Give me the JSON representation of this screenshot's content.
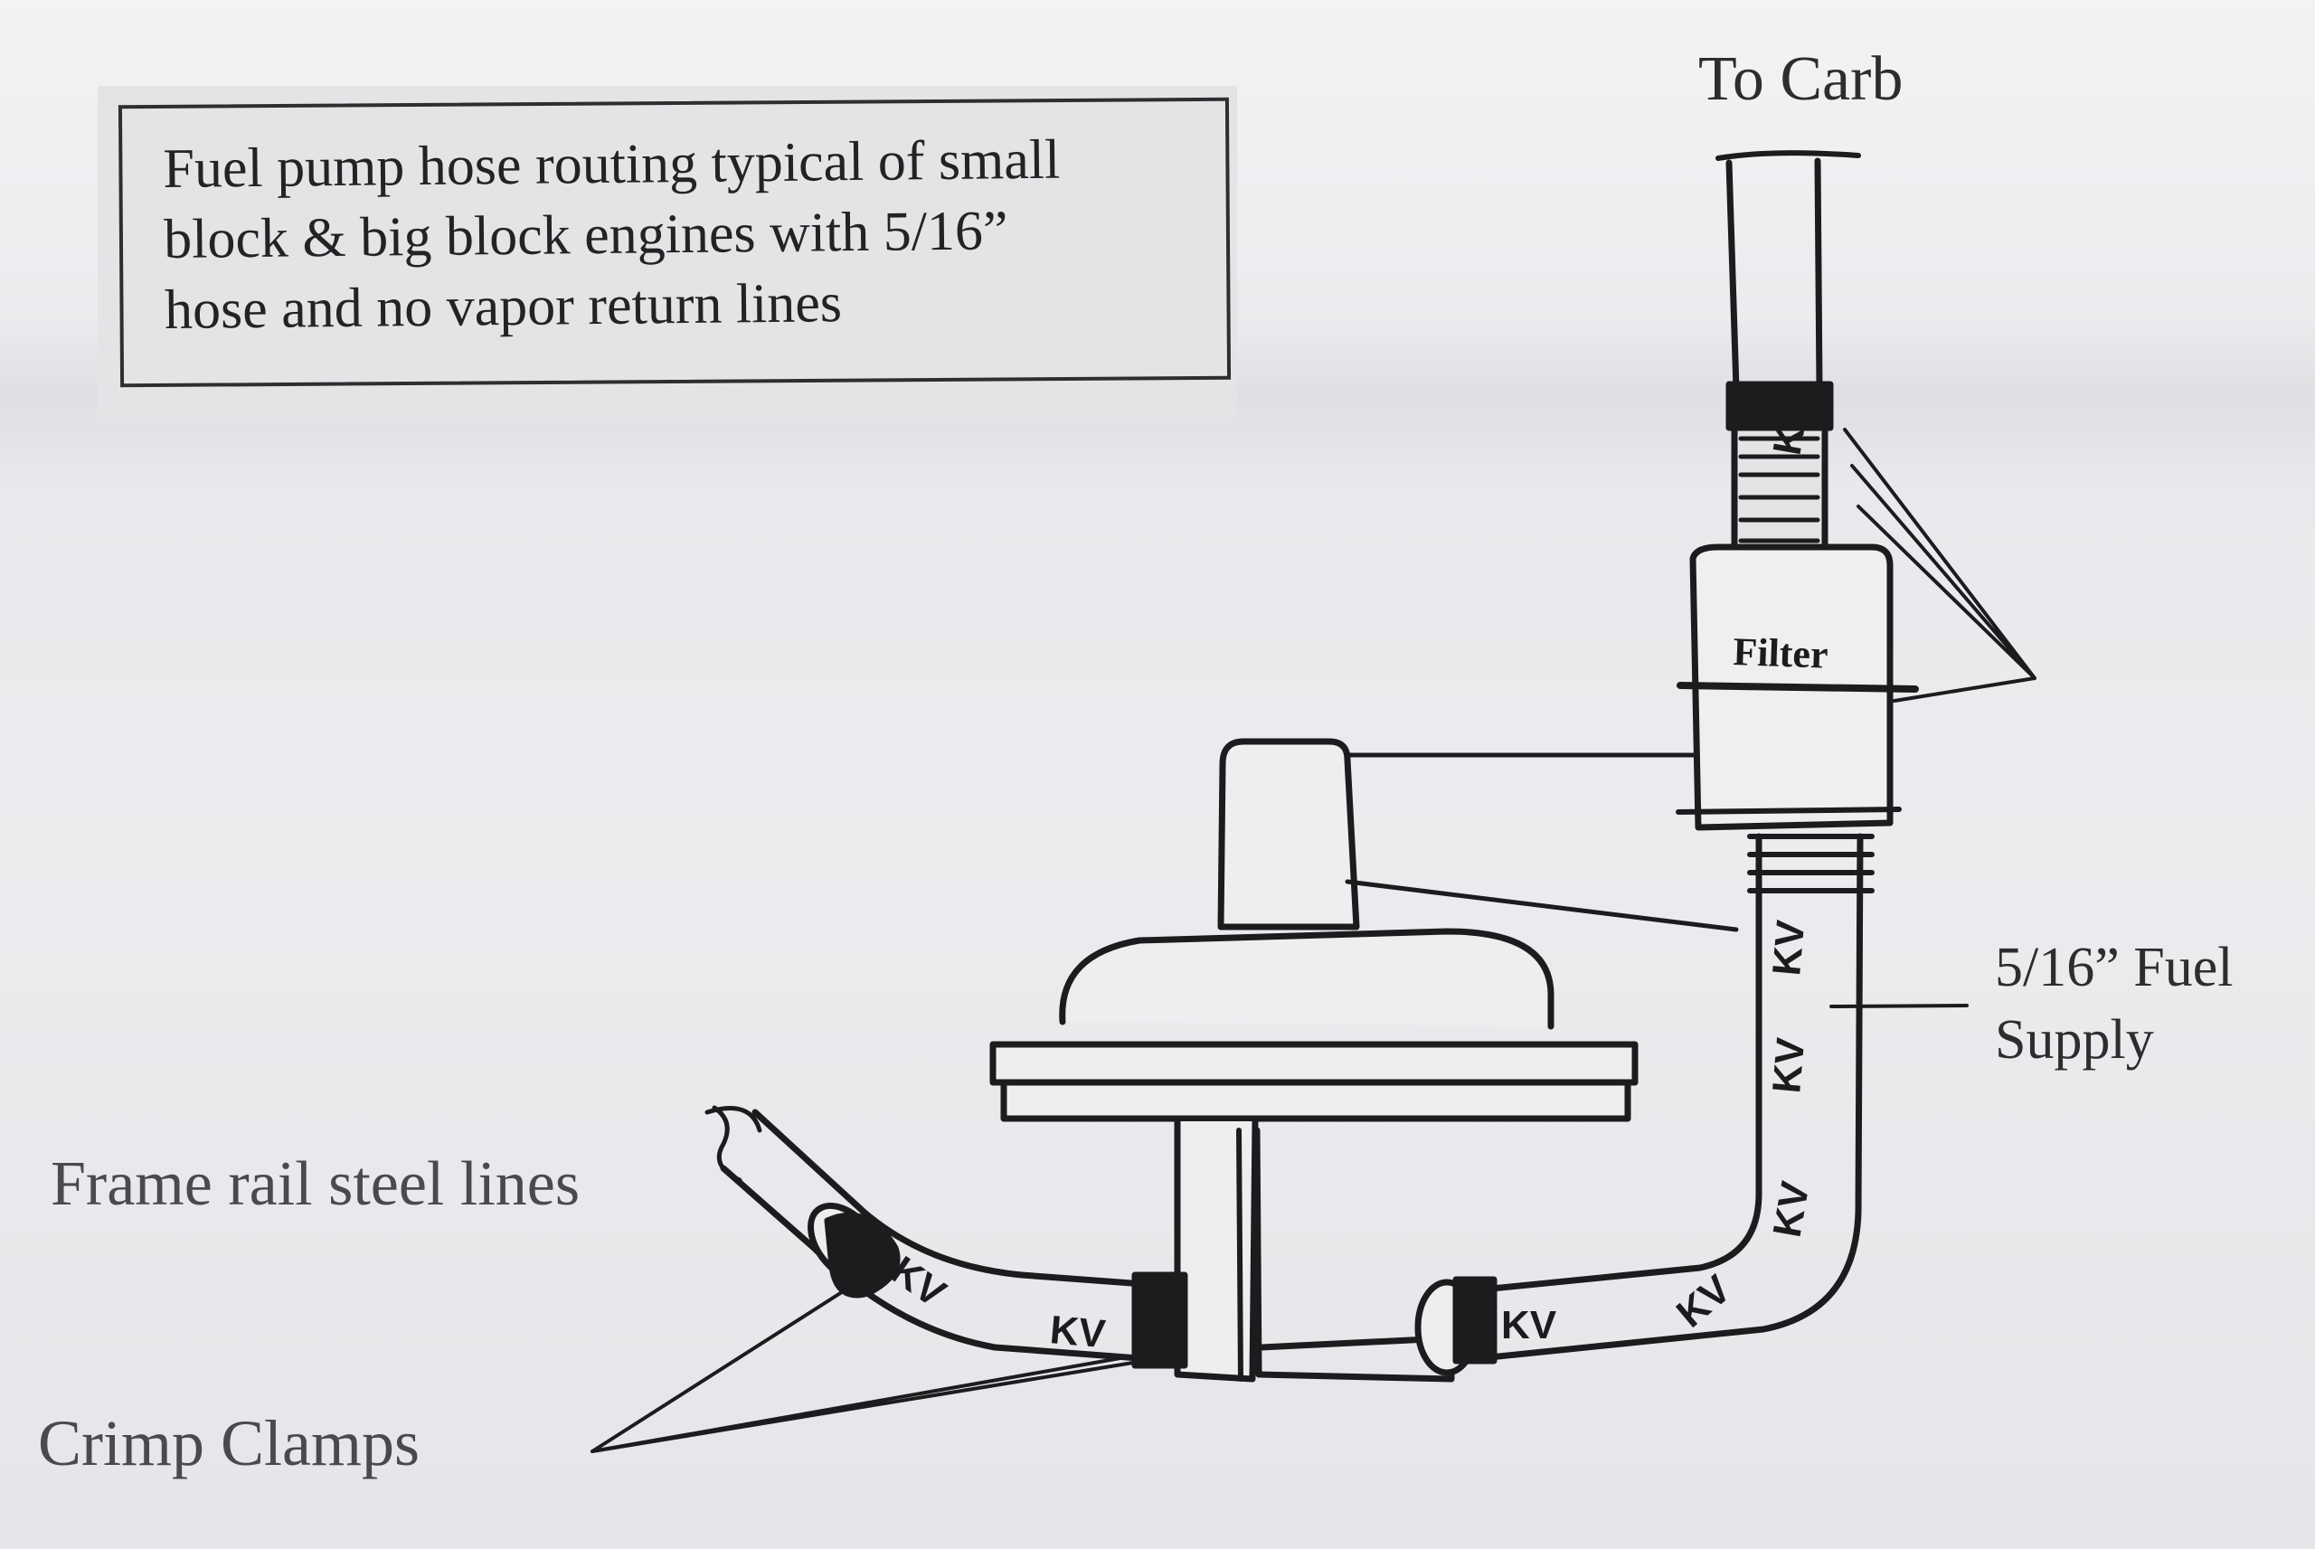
{
  "caption": {
    "lines": [
      "Fuel pump hose routing typical of small",
      "block & big block engines with 5/16”",
      "hose and no vapor return lines"
    ]
  },
  "labels": {
    "to_carb": "To Carb",
    "fuel_supply_line1": "5/16” Fuel",
    "fuel_supply_line2": "Supply",
    "frame_rail": "Frame rail steel lines",
    "crimp_clamps": "Crimp Clamps"
  },
  "components": {
    "filter": "Filter",
    "hose_marking": "KV"
  },
  "colors": {
    "ink": "#1c1c1e",
    "paper": "#ecebee"
  }
}
